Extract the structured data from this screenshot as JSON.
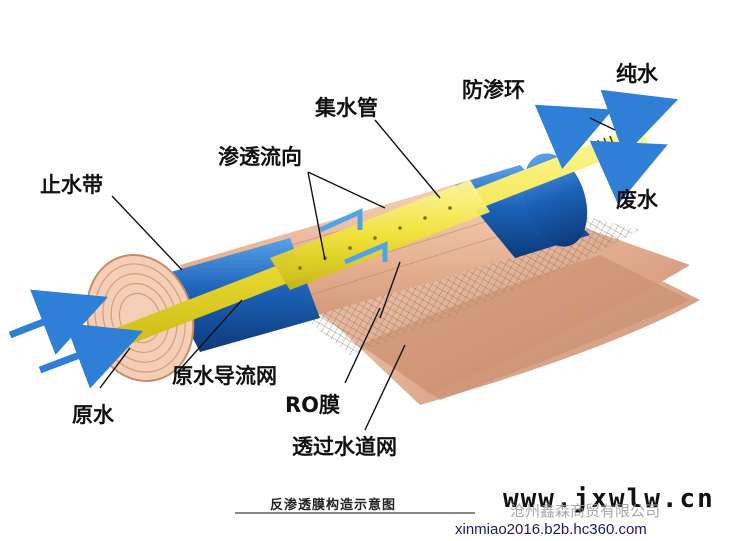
{
  "labels": {
    "chun_shui": "纯水",
    "fang_shen_huan": "防渗环",
    "ji_shui_guan": "集水管",
    "shen_tou_liu_xiang": "渗透流向",
    "zhi_shui_dai": "止水带",
    "fei_shui": "废水",
    "yuan_shui_dao_liu_wang": "原水导流网",
    "ro_mo": "RO膜",
    "yuan_shui": "原水",
    "tou_guo_shui_dao_wang": "透过水道网"
  },
  "caption": "反渗透膜构造示意图",
  "watermark": {
    "site": "www.jxwlw.cn",
    "company": "沧州鑫森商贸有限公司",
    "url": "xinmiao2016.b2b.hc360.com"
  },
  "colors": {
    "blue_band": "#1a5fb4",
    "pipe_yellow": "#f2e84a",
    "membrane_peach": "#e8b99a",
    "arrow_blue": "#2f7fd6",
    "label_text": "#111111"
  }
}
